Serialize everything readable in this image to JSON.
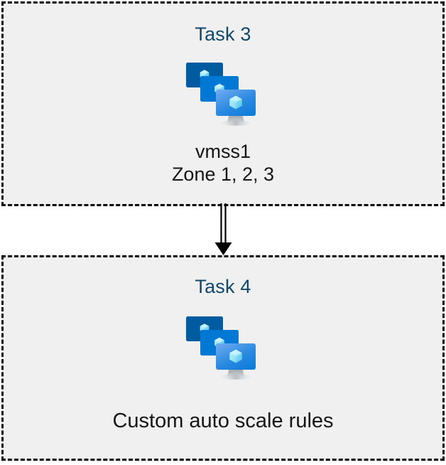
{
  "diagram": {
    "background_color": "#ffffff",
    "box_fill_color": "#f0f0f0",
    "box_border_color": "#000000",
    "title_color": "#12496b",
    "caption_color": "#161616",
    "connector": {
      "name": "double-line-arrow",
      "direction": "down",
      "from": "Task 3",
      "to": "Task 4",
      "color": "#000000"
    },
    "boxes": [
      {
        "id": "task3",
        "title": "Task 3",
        "icon": "vm-scale-set-icon",
        "captions": [
          "vmss1",
          "Zone 1, 2, 3"
        ]
      },
      {
        "id": "task4",
        "title": "Task 4",
        "icon": "vm-scale-set-icon",
        "captions": [
          "Custom auto scale rules"
        ]
      }
    ],
    "icon_colors": {
      "monitor_back": "#005ba1",
      "monitor_middle": "#0078d4",
      "monitor_front_top": "#5ea0ef",
      "monitor_front_bottom": "#0f7ddb",
      "cube_light": "#c3f1ff",
      "cube_mid": "#9cebff",
      "cube_dark": "#32bedd",
      "stand": "#a0a5a8"
    }
  }
}
